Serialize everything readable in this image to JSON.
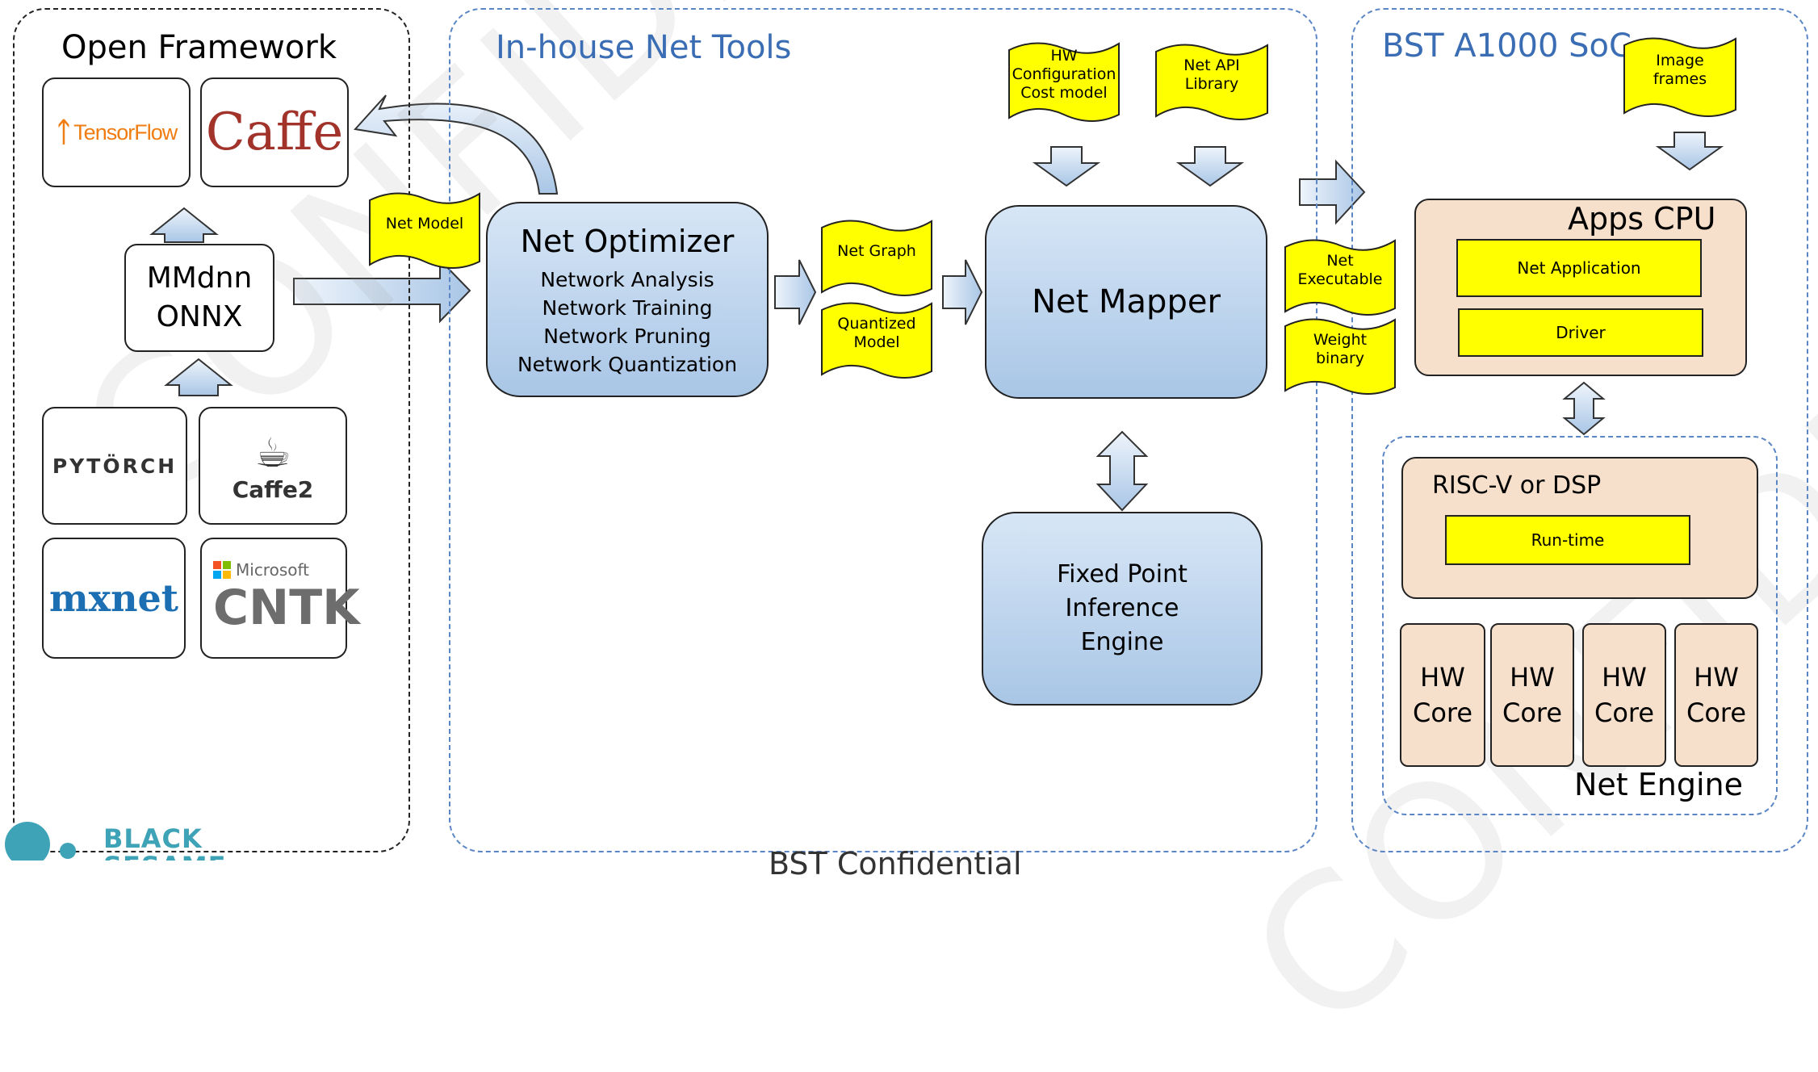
{
  "panels": {
    "open_framework": {
      "title": "Open Framework"
    },
    "inhouse": {
      "title": "In-house Net Tools"
    },
    "soc": {
      "title": "BST A1000 SoC"
    }
  },
  "frameworks": {
    "tensorflow": "TensorFlow",
    "caffe": "Caffe",
    "mmdnn_line1": "MMdnn",
    "mmdnn_line2": "ONNX",
    "pytorch": "PYTÖRCH",
    "caffe2": "Caffe2",
    "mxnet": "mxnet",
    "microsoft": "Microsoft",
    "cntk": "CNTK"
  },
  "docs": {
    "net_model": "Net Model",
    "net_graph": "Net Graph",
    "quantized_model": "Quantized\nModel",
    "hw_config": "HW\nConfiguration\nCost model",
    "net_api": "Net API\nLibrary",
    "net_executable": "Net\nExecutable",
    "weight_binary": "Weight\nbinary",
    "image_frames": "Image\nframes"
  },
  "optimizer": {
    "title": "Net Optimizer",
    "items": [
      "Network Analysis",
      "Network Training",
      "Network Pruning",
      "Network Quantization"
    ]
  },
  "net_mapper": "Net Mapper",
  "fixed_point": {
    "line1": "Fixed Point",
    "line2": "Inference",
    "line3": "Engine"
  },
  "apps_cpu": {
    "title": "Apps CPU",
    "app": "Net Application",
    "driver": "Driver"
  },
  "risc": {
    "title": "RISC-V or DSP",
    "runtime": "Run-time"
  },
  "hw_cores": [
    "HW\nCore",
    "HW\nCore",
    "HW\nCore",
    "HW\nCore"
  ],
  "net_engine": "Net Engine",
  "logo": {
    "line1": "BLACK",
    "line2": "SESAME"
  },
  "footer": "BST Confidential",
  "watermark": "CONFIDENTIAL",
  "colors": {
    "yellow": "#ffff00",
    "blue_box": "#bcd4ee",
    "peach": "#f6e0cc",
    "blue_dash": "#5b86c5",
    "title_blue": "#3a6db3"
  }
}
